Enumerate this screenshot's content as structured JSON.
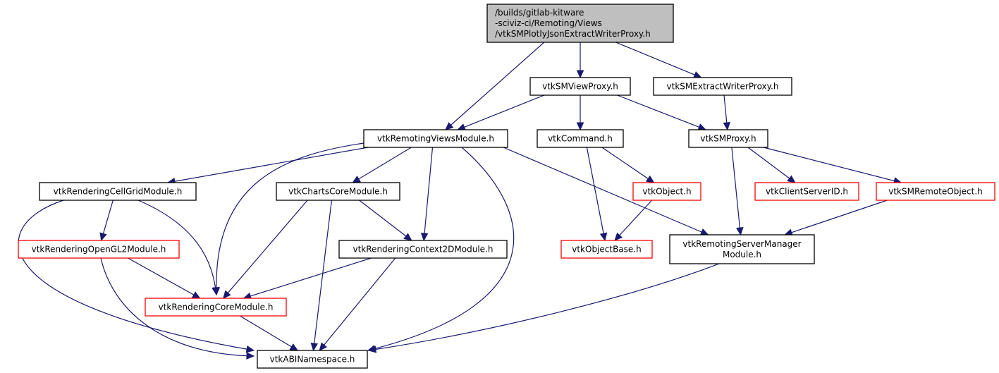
{
  "title": "Include dependency graph for vtkSMPlotlyJsonExtractWriterProxy.h",
  "colors": {
    "edge": "#191970",
    "root_fill": "#bfbfbf",
    "normal_border": "#000000",
    "truncated_border": "#ff0000",
    "text": "#000000"
  },
  "nodes": [
    {
      "id": "root",
      "lines": [
        "/builds/gitlab-kitware",
        "-sciviz-ci/Remoting/Views",
        "/vtkSMPlotlyJsonExtractWriterProxy.h"
      ],
      "kind": "root"
    },
    {
      "id": "viewproxy",
      "lines": [
        "vtkSMViewProxy.h"
      ],
      "kind": "normal"
    },
    {
      "id": "extractwriter",
      "lines": [
        "vtkSMExtractWriterProxy.h"
      ],
      "kind": "normal"
    },
    {
      "id": "remotingviews",
      "lines": [
        "vtkRemotingViewsModule.h"
      ],
      "kind": "normal"
    },
    {
      "id": "command",
      "lines": [
        "vtkCommand.h"
      ],
      "kind": "normal"
    },
    {
      "id": "smproxy",
      "lines": [
        "vtkSMProxy.h"
      ],
      "kind": "normal"
    },
    {
      "id": "cellgrid",
      "lines": [
        "vtkRenderingCellGridModule.h"
      ],
      "kind": "normal"
    },
    {
      "id": "chartscore",
      "lines": [
        "vtkChartsCoreModule.h"
      ],
      "kind": "normal"
    },
    {
      "id": "object",
      "lines": [
        "vtkObject.h"
      ],
      "kind": "truncated"
    },
    {
      "id": "clientserverid",
      "lines": [
        "vtkClientServerID.h"
      ],
      "kind": "truncated"
    },
    {
      "id": "remoteobject",
      "lines": [
        "vtkSMRemoteObject.h"
      ],
      "kind": "truncated"
    },
    {
      "id": "opengl2",
      "lines": [
        "vtkRenderingOpenGL2Module.h"
      ],
      "kind": "truncated"
    },
    {
      "id": "context2d",
      "lines": [
        "vtkRenderingContext2DModule.h"
      ],
      "kind": "normal"
    },
    {
      "id": "objectbase",
      "lines": [
        "vtkObjectBase.h"
      ],
      "kind": "truncated"
    },
    {
      "id": "servermanager",
      "lines": [
        "vtkRemotingServerManager",
        "Module.h"
      ],
      "kind": "normal"
    },
    {
      "id": "renderingcore",
      "lines": [
        "vtkRenderingCoreModule.h"
      ],
      "kind": "truncated"
    },
    {
      "id": "abinamespace",
      "lines": [
        "vtkABINamespace.h"
      ],
      "kind": "normal"
    }
  ],
  "edges": [
    {
      "from": "root",
      "to": "remotingviews"
    },
    {
      "from": "root",
      "to": "viewproxy"
    },
    {
      "from": "root",
      "to": "extractwriter"
    },
    {
      "from": "viewproxy",
      "to": "remotingviews"
    },
    {
      "from": "viewproxy",
      "to": "command"
    },
    {
      "from": "viewproxy",
      "to": "smproxy"
    },
    {
      "from": "extractwriter",
      "to": "smproxy"
    },
    {
      "from": "remotingviews",
      "to": "cellgrid"
    },
    {
      "from": "remotingviews",
      "to": "renderingcore"
    },
    {
      "from": "remotingviews",
      "to": "chartscore"
    },
    {
      "from": "remotingviews",
      "to": "context2d"
    },
    {
      "from": "remotingviews",
      "to": "abinamespace"
    },
    {
      "from": "remotingviews",
      "to": "servermanager"
    },
    {
      "from": "command",
      "to": "object"
    },
    {
      "from": "command",
      "to": "objectbase"
    },
    {
      "from": "smproxy",
      "to": "clientserverid"
    },
    {
      "from": "smproxy",
      "to": "remoteobject"
    },
    {
      "from": "smproxy",
      "to": "servermanager"
    },
    {
      "from": "cellgrid",
      "to": "opengl2"
    },
    {
      "from": "cellgrid",
      "to": "renderingcore"
    },
    {
      "from": "cellgrid",
      "to": "abinamespace"
    },
    {
      "from": "chartscore",
      "to": "renderingcore"
    },
    {
      "from": "chartscore",
      "to": "context2d"
    },
    {
      "from": "chartscore",
      "to": "abinamespace"
    },
    {
      "from": "object",
      "to": "objectbase"
    },
    {
      "from": "remoteobject",
      "to": "servermanager"
    },
    {
      "from": "opengl2",
      "to": "renderingcore"
    },
    {
      "from": "opengl2",
      "to": "abinamespace"
    },
    {
      "from": "context2d",
      "to": "renderingcore"
    },
    {
      "from": "context2d",
      "to": "abinamespace"
    },
    {
      "from": "servermanager",
      "to": "abinamespace"
    },
    {
      "from": "renderingcore",
      "to": "abinamespace"
    }
  ]
}
